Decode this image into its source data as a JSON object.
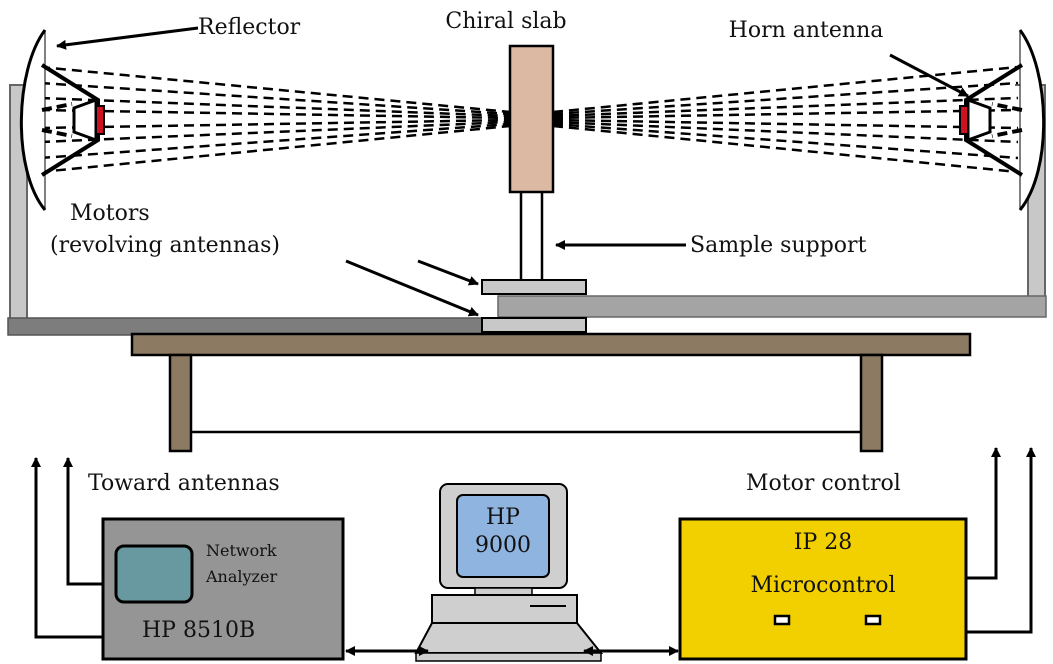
{
  "labels": {
    "reflector": "Reflector",
    "chiral_slab": "Chiral slab",
    "horn_antenna": "Horn antenna",
    "motors_line1": "Motors",
    "motors_line2": "(revolving antennas)",
    "sample_support": "Sample support",
    "toward_antennas": "Toward antennas",
    "motor_control": "Motor control"
  },
  "network_analyzer": {
    "title_line1": "Network",
    "title_line2": "Analyzer",
    "model": "HP 8510B"
  },
  "computer": {
    "line1": "HP",
    "line2": "9000"
  },
  "controller": {
    "model": "IP 28",
    "name": "Microcontrol"
  },
  "colors": {
    "slab": "#dcb9a2",
    "table": "#8c7b62",
    "analyzer": "#959595",
    "analyzer_screen": "#6898a0",
    "monitor_screen": "#8fb4e0",
    "controller": "#f2d000",
    "horn_mouth": "#cc1122",
    "bench": "#808080"
  }
}
